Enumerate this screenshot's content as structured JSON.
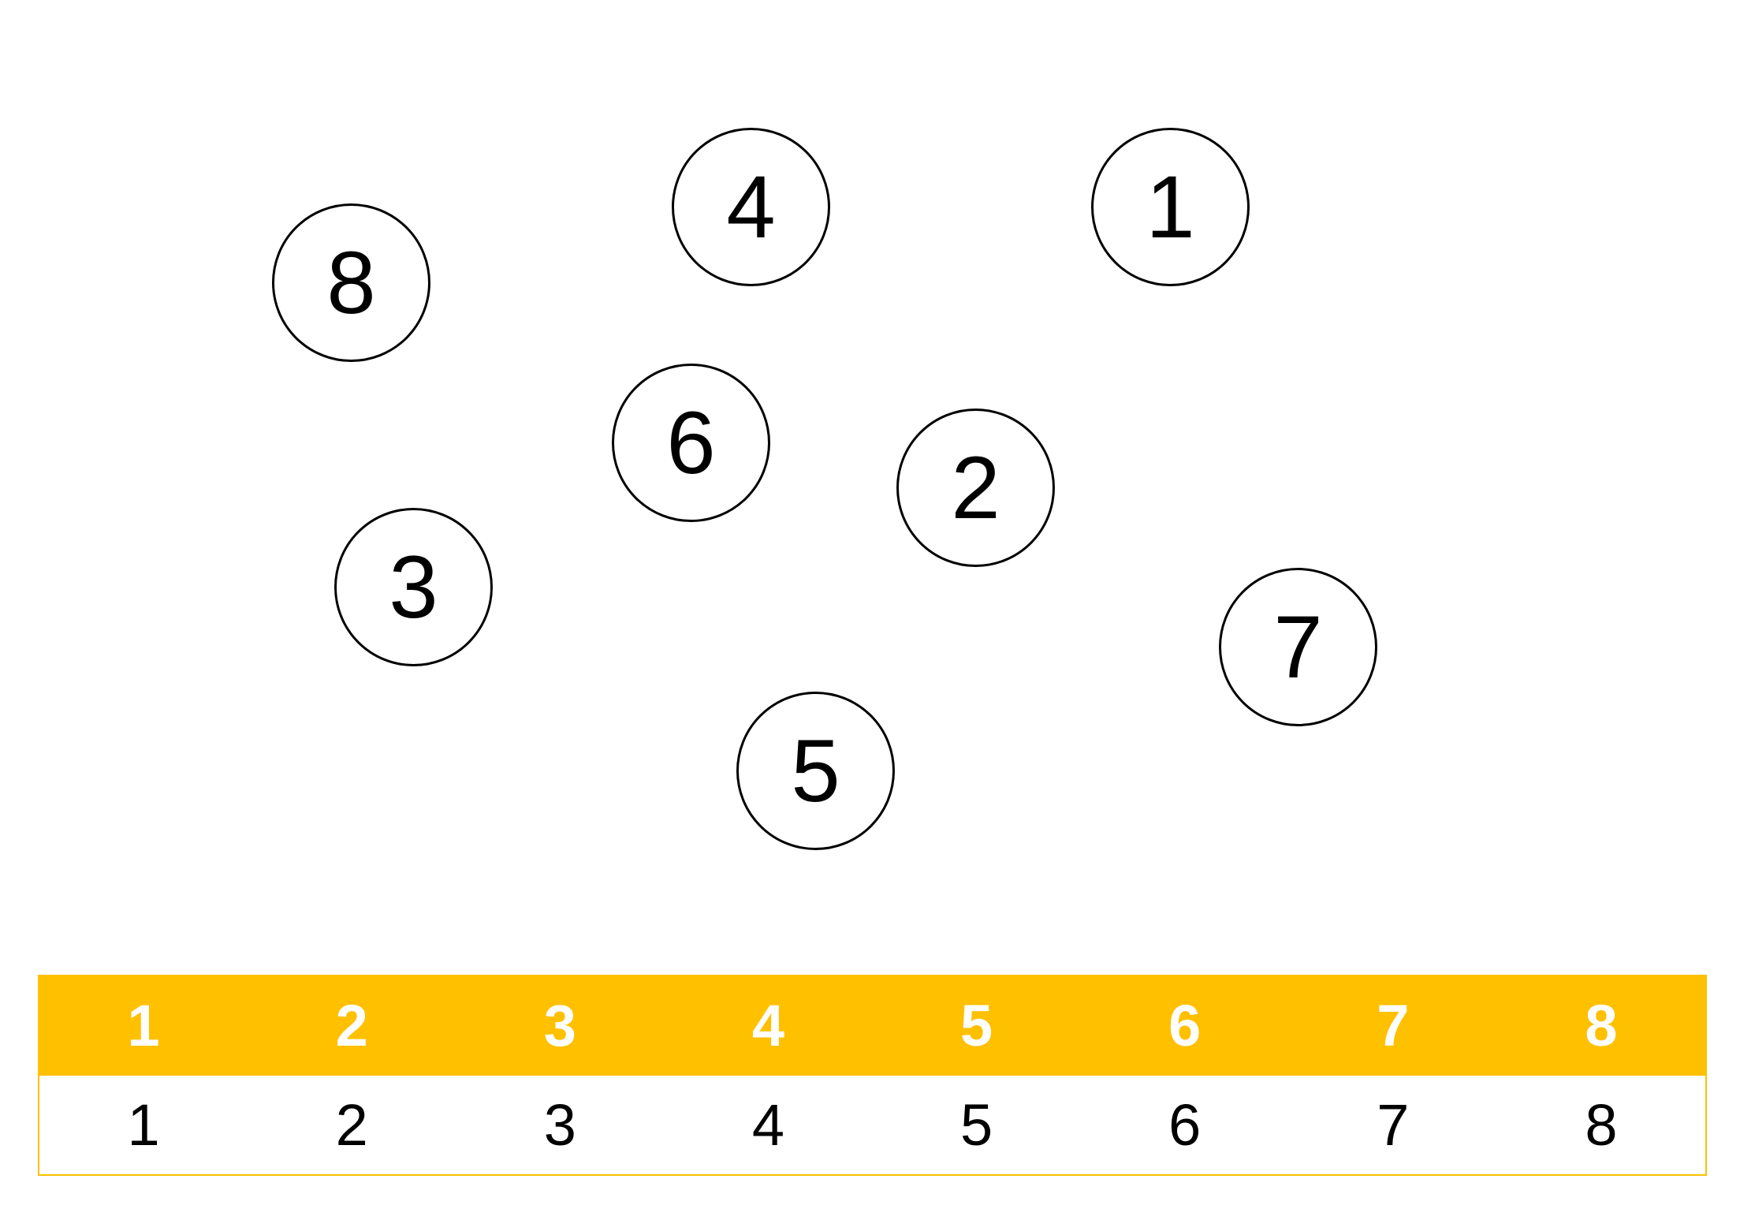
{
  "circles": [
    "8",
    "4",
    "1",
    "6",
    "2",
    "3",
    "7",
    "5"
  ],
  "table": {
    "header": [
      "1",
      "2",
      "3",
      "4",
      "5",
      "6",
      "7",
      "8"
    ],
    "row": [
      "1",
      "2",
      "3",
      "4",
      "5",
      "6",
      "7",
      "8"
    ]
  },
  "colors": {
    "header_fill": "#ffc000",
    "header_text": "#ffffff",
    "circle_stroke": "#000000"
  }
}
